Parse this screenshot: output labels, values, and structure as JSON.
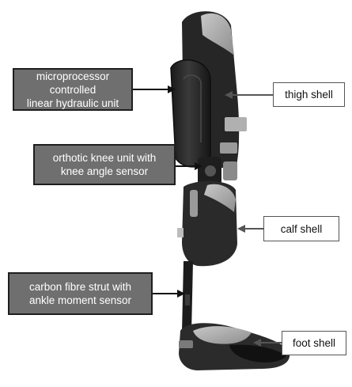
{
  "labels": {
    "hydraulic": {
      "line1": "microprocessor controlled",
      "line2": "linear hydraulic unit"
    },
    "knee": {
      "line1": "orthotic knee unit with",
      "line2": "knee angle sensor"
    },
    "strut": {
      "line1": "carbon fibre strut with",
      "line2": "ankle moment sensor"
    },
    "thigh": "thigh shell",
    "calf": "calf shell",
    "foot": "foot shell"
  },
  "colors": {
    "dark_label_fill": "#6f6f6f",
    "dark_label_border": "#1e1e1e",
    "light_label_border": "#555555",
    "brace_body": "#2b2b2b",
    "padding_gray": "#a9a9a9"
  }
}
